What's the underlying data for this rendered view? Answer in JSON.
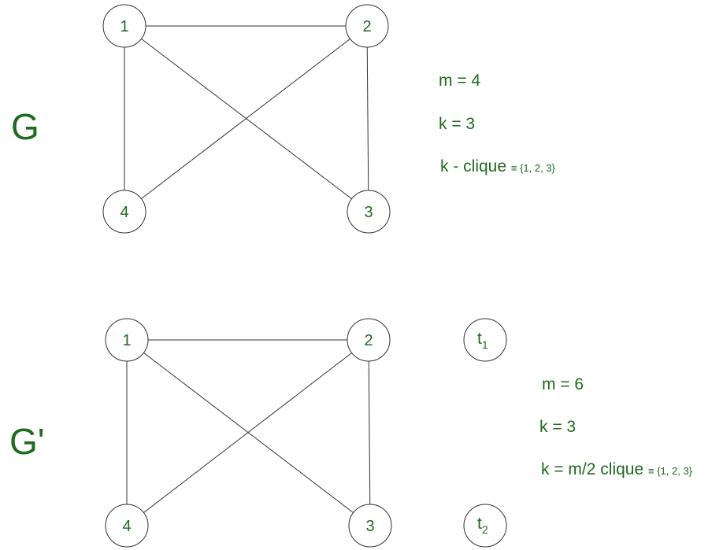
{
  "graph_g": {
    "label": "G",
    "nodes": [
      "1",
      "2",
      "3",
      "4"
    ],
    "annotations": {
      "m": "m = 4",
      "k": "k = 3",
      "clique": "k - clique",
      "clique_set": "≡ {1, 2, 3}"
    }
  },
  "graph_g_prime": {
    "label": "G'",
    "nodes": [
      "1",
      "2",
      "3",
      "4"
    ],
    "t_nodes": [
      {
        "base": "t",
        "sub": "1"
      },
      {
        "base": "t",
        "sub": "2"
      }
    ],
    "annotations": {
      "m": "m = 6",
      "k": "k = 3",
      "clique": "k = m/2 clique",
      "clique_set": "≡ {1, 2, 3}"
    }
  },
  "colors": {
    "text": "#1e6a1e",
    "stroke": "#333333"
  }
}
